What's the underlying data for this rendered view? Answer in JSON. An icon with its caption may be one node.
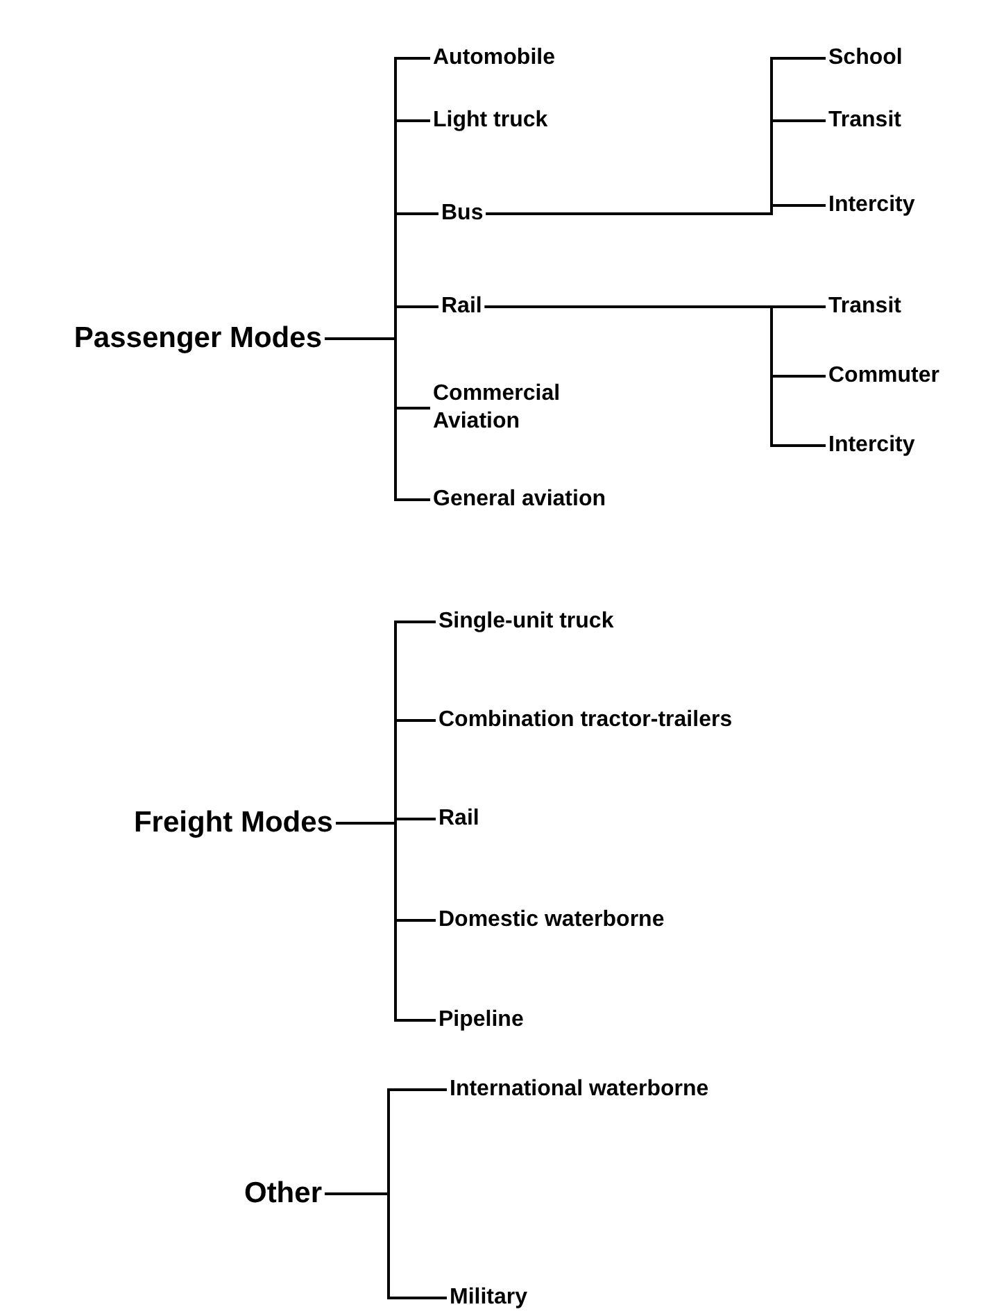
{
  "diagram": {
    "nodes": [
      {
        "text": [
          "Passenger Modes"
        ]
      },
      {
        "text": [
          "Automobile"
        ]
      },
      {
        "text": [
          "Light truck"
        ]
      },
      {
        "text": [
          "Bus"
        ]
      },
      {
        "text": [
          "School"
        ]
      },
      {
        "text": [
          "Transit"
        ]
      },
      {
        "text": [
          "Intercity"
        ]
      },
      {
        "text": [
          "Rail"
        ]
      },
      {
        "text": [
          "Transit"
        ]
      },
      {
        "text": [
          "Commuter"
        ]
      },
      {
        "text": [
          "Intercity"
        ]
      },
      {
        "text": [
          "Commercial Aviation"
        ]
      },
      {
        "text": [
          "General aviation"
        ]
      },
      {
        "text": [
          "Freight Modes"
        ]
      },
      {
        "text": [
          "Single-unit truck"
        ]
      },
      {
        "text": [
          "Combination tractor-trailers"
        ]
      },
      {
        "text": [
          "Rail"
        ]
      },
      {
        "text": [
          "Domestic waterborne"
        ]
      },
      {
        "text": [
          "Pipeline"
        ]
      },
      {
        "text": [
          "Other"
        ]
      },
      {
        "text": [
          "International waterborne"
        ]
      },
      {
        "text": [
          "Military"
        ]
      }
    ],
    "edges": [
      {
        "from": 0,
        "to": 1,
        "arrow": "none"
      },
      {
        "from": 0,
        "to": 2,
        "arrow": "none"
      },
      {
        "from": 0,
        "to": 3,
        "arrow": "none"
      },
      {
        "from": 0,
        "to": 7,
        "arrow": "none"
      },
      {
        "from": 0,
        "to": 11,
        "arrow": "none"
      },
      {
        "from": 0,
        "to": 12,
        "arrow": "none"
      },
      {
        "from": 3,
        "to": 4,
        "arrow": "none"
      },
      {
        "from": 3,
        "to": 5,
        "arrow": "none"
      },
      {
        "from": 3,
        "to": 6,
        "arrow": "none"
      },
      {
        "from": 7,
        "to": 8,
        "arrow": "none"
      },
      {
        "from": 7,
        "to": 9,
        "arrow": "none"
      },
      {
        "from": 7,
        "to": 10,
        "arrow": "none"
      },
      {
        "from": 13,
        "to": 14,
        "arrow": "none"
      },
      {
        "from": 13,
        "to": 15,
        "arrow": "none"
      },
      {
        "from": 13,
        "to": 16,
        "arrow": "none"
      },
      {
        "from": 13,
        "to": 17,
        "arrow": "none"
      },
      {
        "from": 13,
        "to": 18,
        "arrow": "none"
      },
      {
        "from": 19,
        "to": 20,
        "arrow": "none"
      },
      {
        "from": 19,
        "to": 21,
        "arrow": "none"
      }
    ]
  }
}
